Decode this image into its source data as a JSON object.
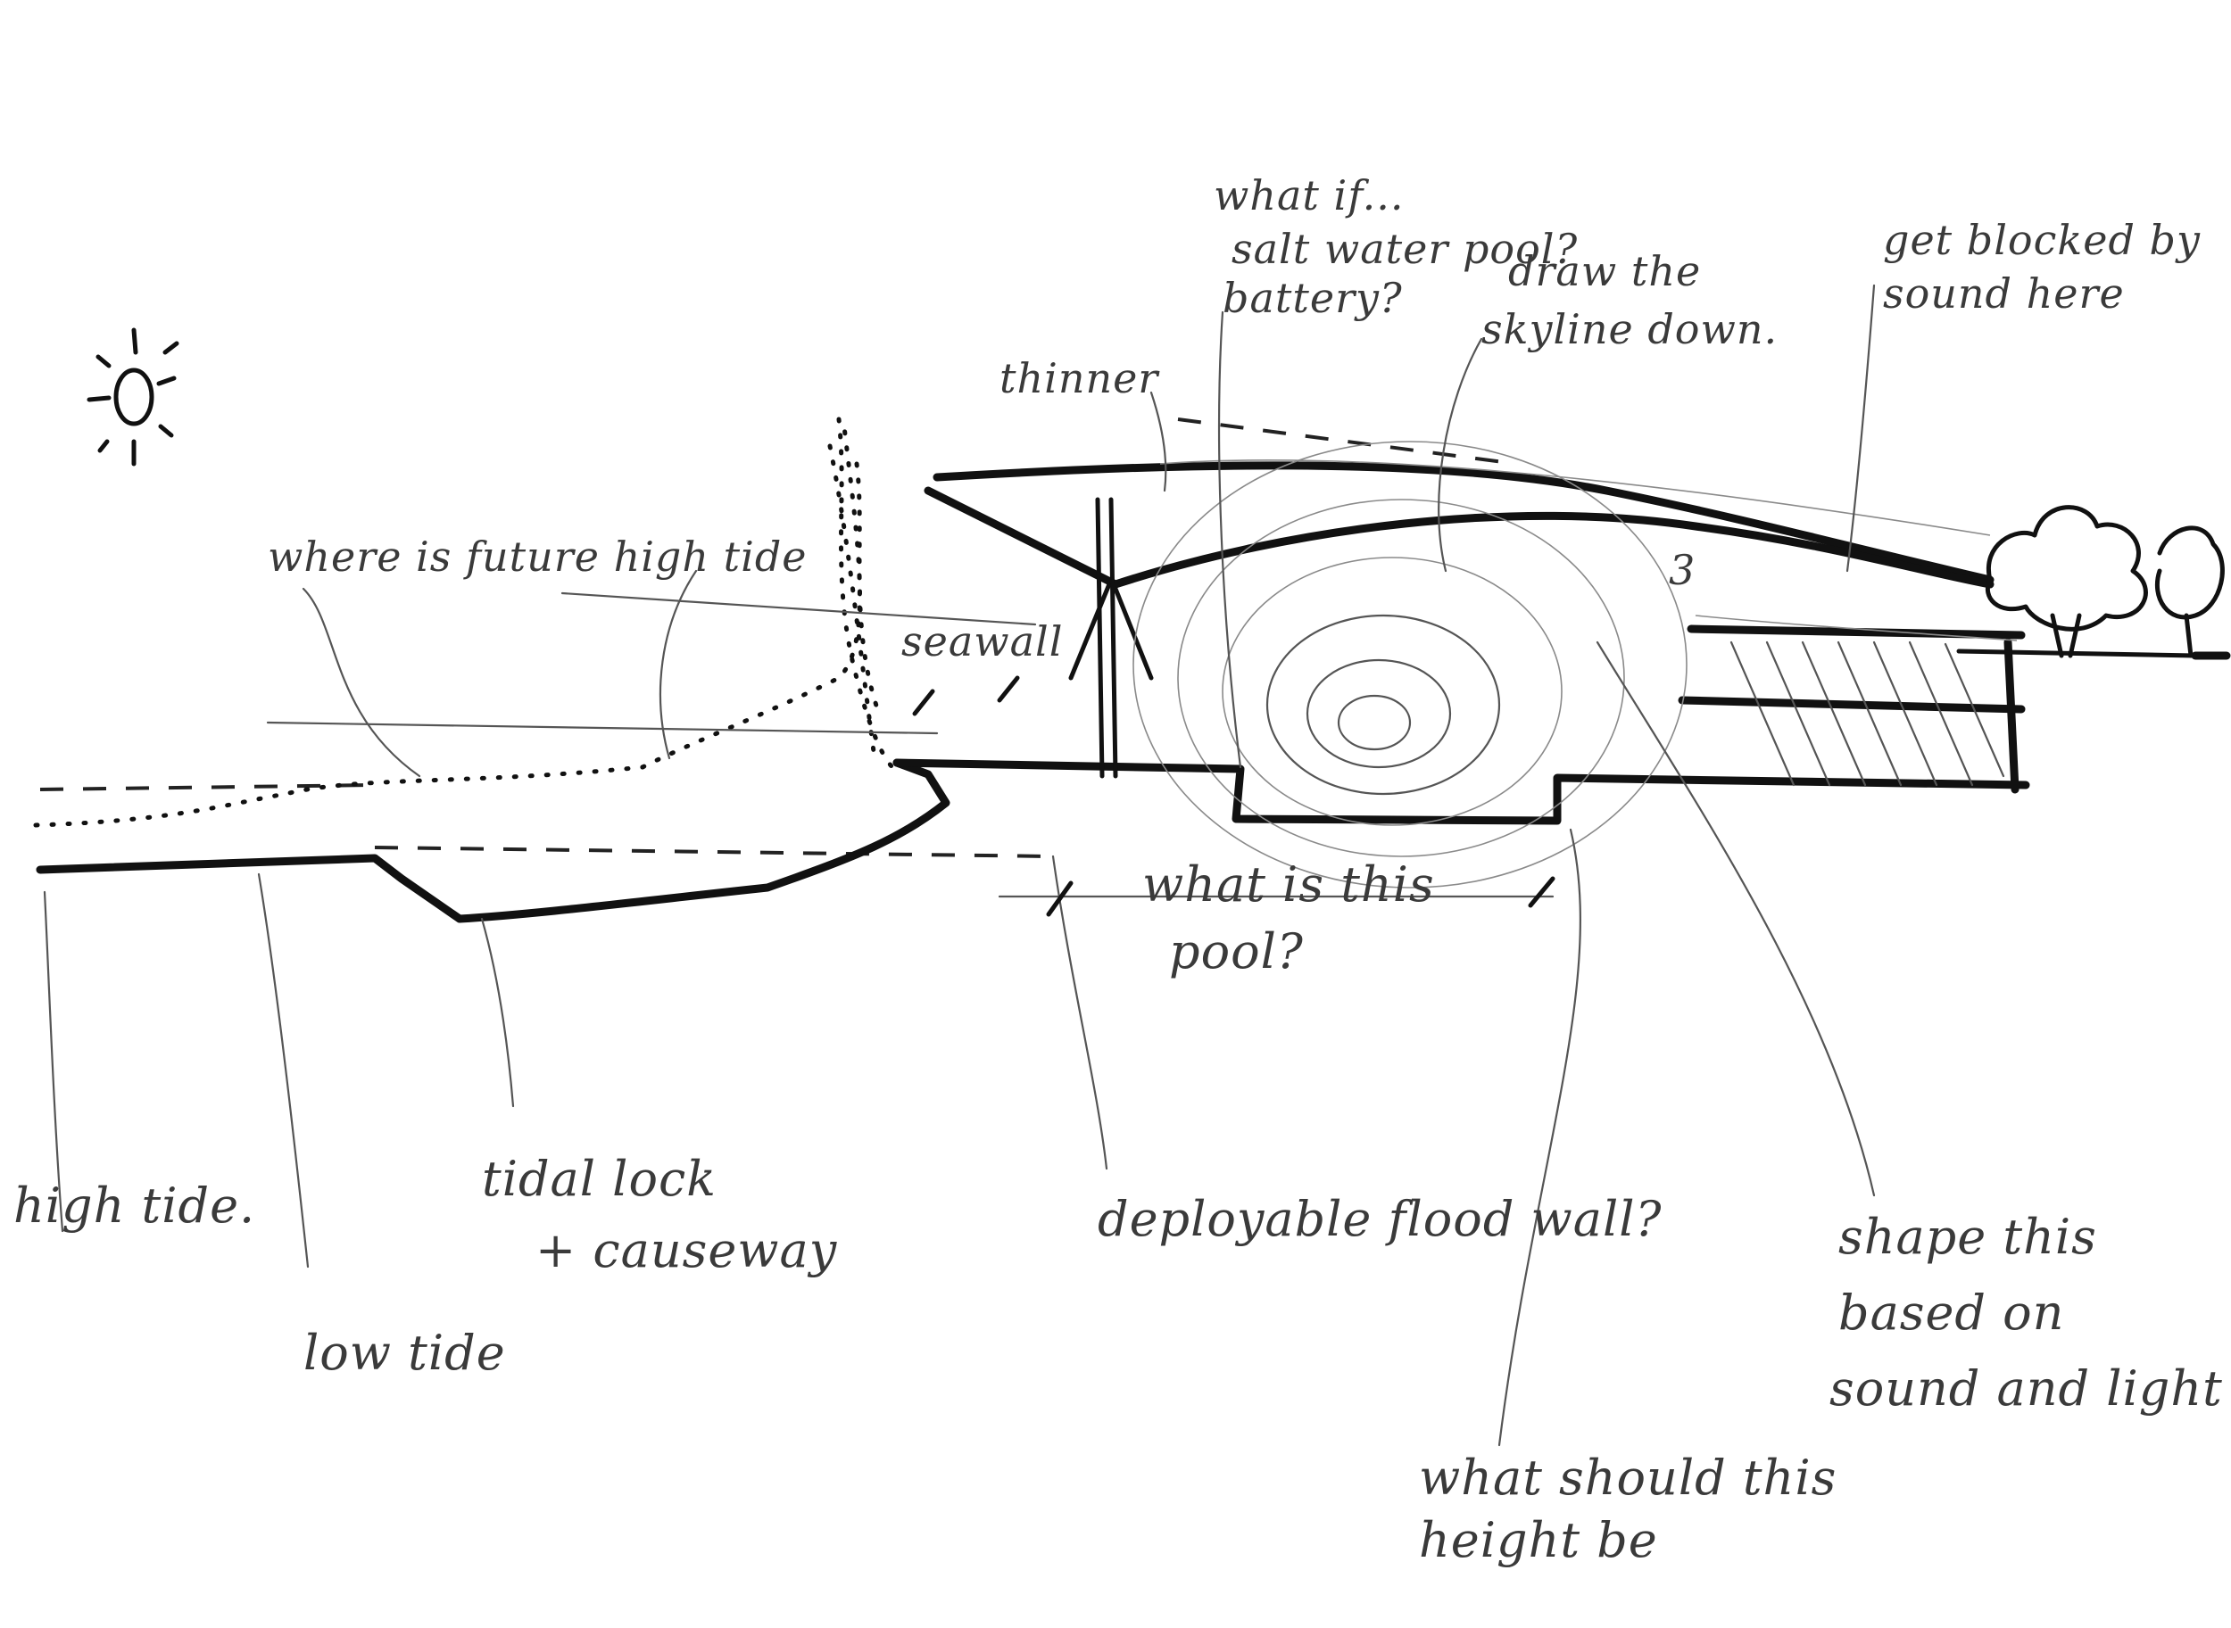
{
  "sketch": {
    "annotations": {
      "high_tide": "high tide.",
      "low_tide": "low tide",
      "future_high_tide": "where is future high tide",
      "tidal_lock": "tidal lock",
      "causeway": "+ causeway",
      "seawall": "seawall",
      "thinner": "thinner",
      "salt_water_pool_1": "what if...",
      "salt_water_pool_2": "salt water pool?",
      "salt_water_pool_3": "battery?",
      "skyline_1": "draw the",
      "skyline_2": "skyline down.",
      "blocked_1": "get blocked by",
      "blocked_2": "sound here",
      "pool_1": "what is this",
      "pool_2": "pool?",
      "flood_wall": "deployable flood wall?",
      "shape_1": "shape this",
      "shape_2": "based on",
      "shape_3": "sound and light",
      "height_1": "what should this",
      "height_2": "height be",
      "marker_3": "3"
    }
  }
}
